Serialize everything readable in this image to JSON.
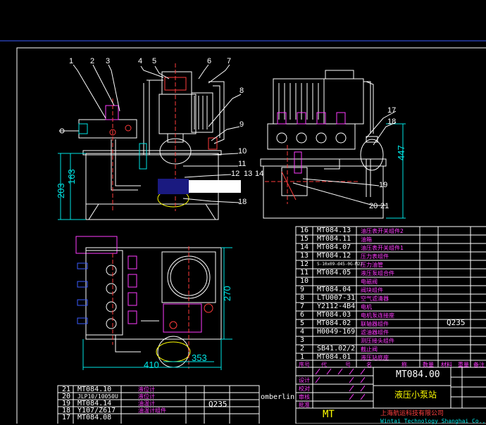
{
  "callouts": [
    "1",
    "2",
    "3",
    "4",
    "5",
    "6",
    "7",
    "8",
    "9",
    "10",
    "11",
    "12",
    "13",
    "14",
    "18",
    "17",
    "18",
    "19",
    "20",
    "21"
  ],
  "dimensions": {
    "h203": "203",
    "h163": "163",
    "h447": "447",
    "h270": "270",
    "w410": "410",
    "w353": "353"
  },
  "parts_upper": [
    {
      "no": "16",
      "code": "MT084.13",
      "name": "油压表开关组件2"
    },
    {
      "no": "15",
      "code": "MT084.11",
      "name": "油箱"
    },
    {
      "no": "14",
      "code": "MT084.07",
      "name": "油压表开关组件1"
    },
    {
      "no": "13",
      "code": "MT084.12",
      "name": "压力表组件"
    },
    {
      "no": "12",
      "code": "S-10x09-d45-0G-M22",
      "name": "压力油管"
    },
    {
      "no": "11",
      "code": "MT084.05",
      "name": "液压泵组合件"
    },
    {
      "no": "10",
      "code": "",
      "name": "电磁阀"
    },
    {
      "no": "9",
      "code": "MT084.04",
      "name": "阀块组件"
    },
    {
      "no": "8",
      "code": "LTU007-31",
      "name": "空气滤清器"
    },
    {
      "no": "7",
      "code": "Y2112-4B4",
      "name": "电机"
    },
    {
      "no": "6",
      "code": "MT084.03",
      "name": "电机泵连接座"
    },
    {
      "no": "5",
      "code": "MT084.02",
      "name": "联轴器组件"
    },
    {
      "no": "4",
      "code": "H0049-169",
      "name": "滤油器组件"
    },
    {
      "no": "3",
      "code": "",
      "name": "测压接头组件"
    },
    {
      "no": "2",
      "code": "SB41.02/2",
      "name": "截止阀"
    },
    {
      "no": "1",
      "code": "MT084.01",
      "name": "液压站底座"
    }
  ],
  "material": "Q235",
  "upper_header": [
    "序号",
    "代",
    "号",
    "名",
    "称",
    "数量",
    "材料",
    "重量",
    "备注"
  ],
  "title_block": {
    "drawing_no": "MT084.00",
    "title": "液压小泵站",
    "company": "上海航运科技有限公司",
    "company_en": "Wintai Technology Shanghai Co.,L",
    "logo": "MT"
  },
  "title_labels": [
    "设计",
    "校对",
    "审核",
    "批准"
  ],
  "parts_lower": [
    {
      "no": "21",
      "code": "MT084.10",
      "name": "液位计"
    },
    {
      "no": "20",
      "code": "JLP10/10050U",
      "name": "液位计"
    },
    {
      "no": "19",
      "code": "MT084.14",
      "name": "油温计"
    },
    {
      "no": "18",
      "code": "Y107/Z617",
      "name": "油温计组件"
    },
    {
      "no": "17",
      "code": "MT084.08",
      "name": ""
    }
  ],
  "lower_material": "Q235",
  "stray_text": "omberlin"
}
